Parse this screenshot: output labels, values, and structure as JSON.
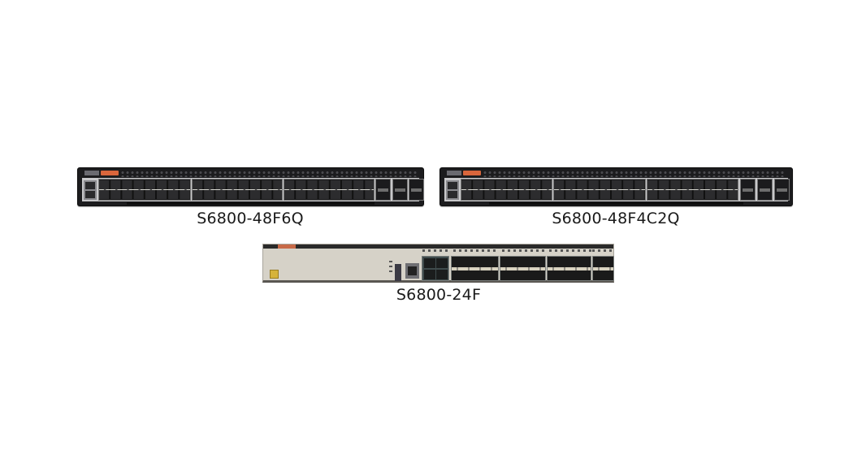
{
  "devices": [
    {
      "model": "S6800-48F6Q",
      "label": "S6800-48F6Q",
      "chassis_color": "#1c1c1e",
      "ports": {
        "management_rj45": 2,
        "sfp_groups": 3,
        "sfp_per_group": 16,
        "qsfp": 3
      }
    },
    {
      "model": "S6800-48F4C2Q",
      "label": "S6800-48F4C2Q",
      "chassis_color": "#1c1c1e",
      "ports": {
        "management_rj45": 2,
        "sfp_groups": 3,
        "sfp_per_group": 16,
        "qsfp": 3
      }
    },
    {
      "model": "S6800-24F",
      "label": "S6800-24F",
      "chassis_color": "#d6d2c8",
      "ports": {
        "console": 1,
        "management_rj45": 1,
        "rj45": 4,
        "sfp_groups": 4
      }
    }
  ],
  "colors": {
    "background": "#ffffff",
    "accent_orange": "#d9663c",
    "label_text": "#1a1a1a"
  }
}
